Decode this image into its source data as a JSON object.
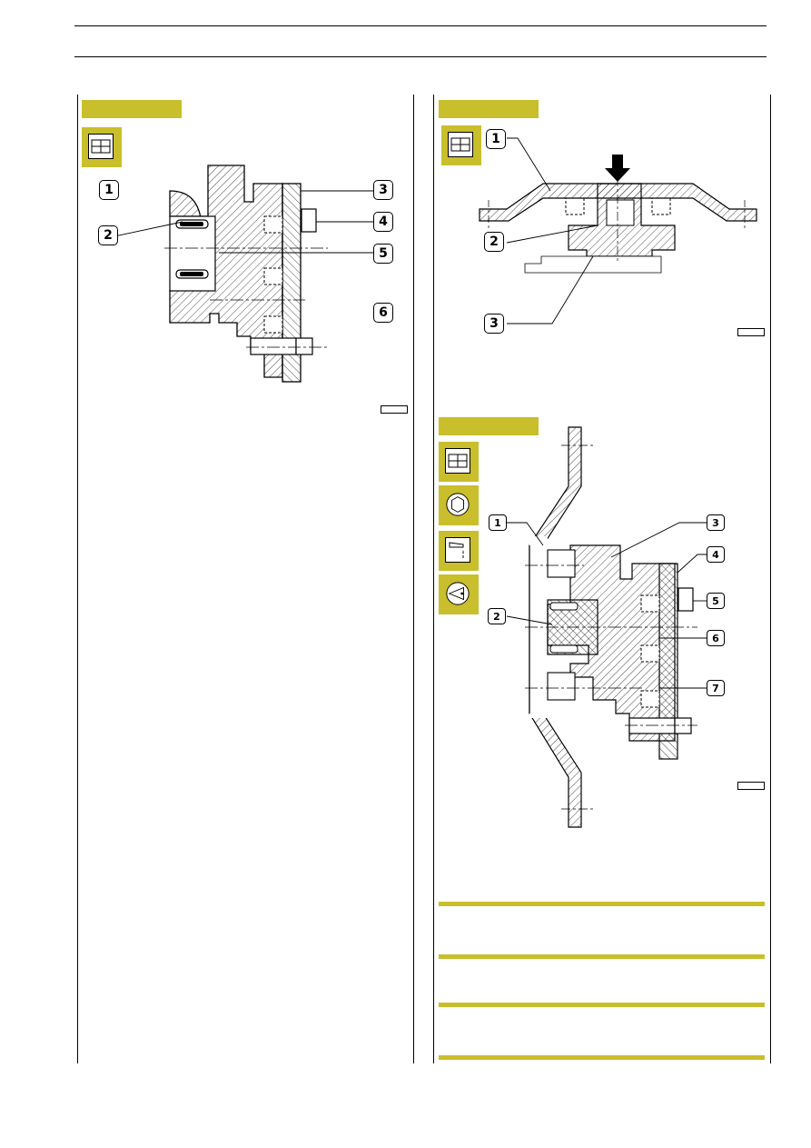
{
  "figures": {
    "left": {
      "callouts": [
        "1",
        "2",
        "3",
        "4",
        "5",
        "6"
      ]
    },
    "top_right": {
      "callouts": [
        "1",
        "2",
        "3"
      ]
    },
    "bottom_right": {
      "callouts": [
        "1",
        "2",
        "3",
        "4",
        "5",
        "6",
        "7"
      ]
    }
  },
  "icons": {
    "left": [
      "split-view-icon"
    ],
    "top_right": [
      "split-view-icon"
    ],
    "bottom_right": [
      "split-view-icon",
      "hexagon-socket-icon",
      "oil-can-icon",
      "cone-check-icon"
    ]
  },
  "colors": {
    "accent": "#c9be2c",
    "line": "#000000",
    "background": "#ffffff"
  }
}
